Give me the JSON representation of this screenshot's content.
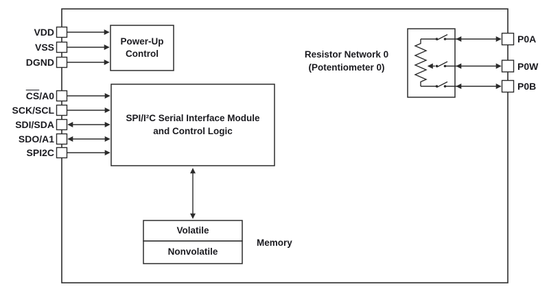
{
  "diagram_type": "functional-block-diagram",
  "left_pins": [
    {
      "id": "vdd",
      "label": "VDD"
    },
    {
      "id": "vss",
      "label": "VSS"
    },
    {
      "id": "dgnd",
      "label": "DGND"
    },
    {
      "id": "cs-a0",
      "label_overline": "CS",
      "label_rest": "/A0"
    },
    {
      "id": "sck-scl",
      "label": "SCK/SCL"
    },
    {
      "id": "sdi-sda",
      "label": "SDI/SDA"
    },
    {
      "id": "sdo-a1",
      "label": "SDO/A1"
    },
    {
      "id": "spi2c",
      "label": "SPI2C"
    }
  ],
  "right_pins": [
    {
      "id": "p0a",
      "label": "P0A"
    },
    {
      "id": "p0w",
      "label": "P0W"
    },
    {
      "id": "p0b",
      "label": "P0B"
    }
  ],
  "blocks": {
    "power_up": {
      "line1": "Power-Up",
      "line2": "Control"
    },
    "serial_interface": {
      "line1": "SPI/I²C Serial Interface Module",
      "line2": "and Control Logic"
    },
    "memory": {
      "volatile": "Volatile",
      "nonvolatile": "Nonvolatile",
      "label": "Memory"
    },
    "resistor_network": {
      "line1": "Resistor Network 0",
      "line2": "(Potentiometer 0)"
    }
  },
  "colors": {
    "line": "#2b2b2b",
    "text": "#1b1b20",
    "background": "#ffffff"
  }
}
